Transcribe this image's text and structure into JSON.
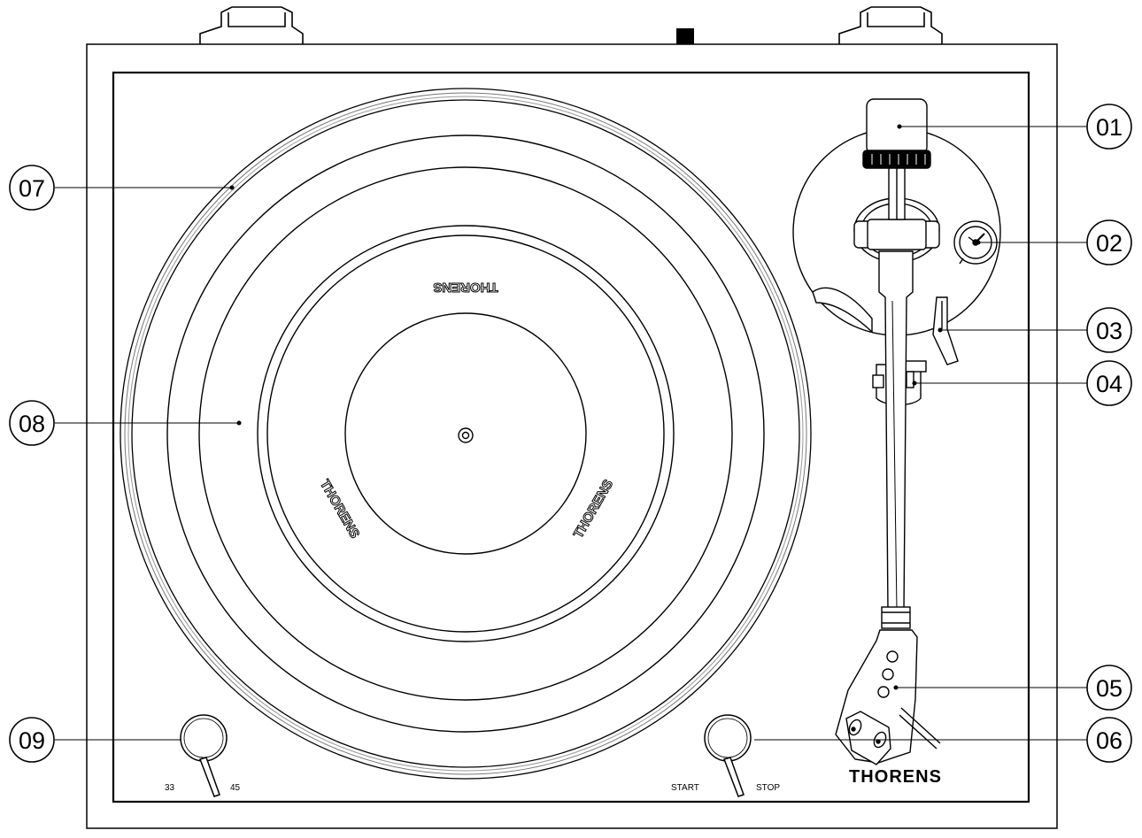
{
  "callouts": [
    {
      "id": "01",
      "label": "01"
    },
    {
      "id": "02",
      "label": "02"
    },
    {
      "id": "03",
      "label": "03"
    },
    {
      "id": "04",
      "label": "04"
    },
    {
      "id": "05",
      "label": "05"
    },
    {
      "id": "06",
      "label": "06"
    },
    {
      "id": "07",
      "label": "07"
    },
    {
      "id": "08",
      "label": "08"
    },
    {
      "id": "09",
      "label": "09"
    }
  ],
  "speed_knob": {
    "low": "33",
    "high": "45"
  },
  "start_stop_knob": {
    "start": "START",
    "stop": "STOP"
  },
  "brand": "THORENS",
  "colors": {
    "line": "#000000",
    "background": "#ffffff",
    "grey_line": "#666666"
  }
}
